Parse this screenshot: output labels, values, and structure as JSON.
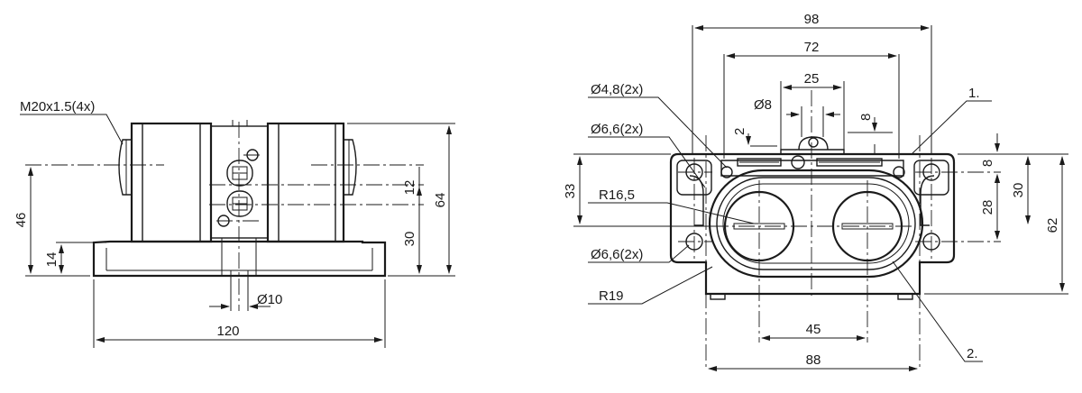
{
  "side_view": {
    "callout_thread": "M20x1.5(4x)",
    "dim_width": "120",
    "dim_total_height": "64",
    "dim_height_a": "46",
    "dim_height_b": "30",
    "dim_height_c": "12",
    "dim_base": "14",
    "dim_diameter": "Ø10"
  },
  "front_view": {
    "dim_overall": "98",
    "dim_inner": "72",
    "dim_center": "25",
    "dim_pin": "Ø8",
    "dim_pin_height": "8",
    "dim_gap": "2",
    "callout_hole_small": "Ø4,8(2x)",
    "callout_hole_top": "Ø6,6(2x)",
    "callout_hole_bottom": "Ø6,6(2x)",
    "callout_radius_inner": "R16,5",
    "callout_radius_outer": "R19",
    "dim_left_height": "33",
    "dim_right_8": "8",
    "dim_right_28": "28",
    "dim_right_30": "30",
    "dim_right_62": "62",
    "dim_bottom_45": "45",
    "dim_bottom_88": "88",
    "label_1": "1.",
    "label_2": "2."
  }
}
